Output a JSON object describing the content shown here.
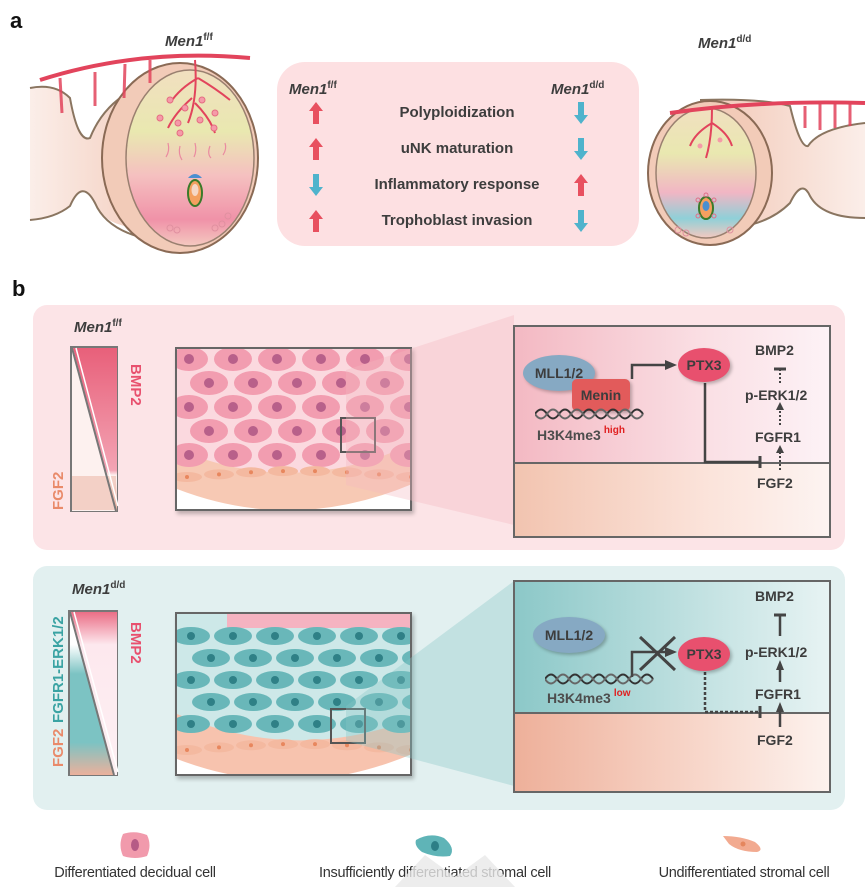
{
  "panel_a": {
    "letter": "a",
    "left_genotype": {
      "base": "Men1",
      "sup": "f/f"
    },
    "right_genotype": {
      "base": "Men1",
      "sup": "d/d"
    },
    "phenotype_table": {
      "header_left": {
        "base": "Men1",
        "sup": "f/f"
      },
      "header_right": {
        "base": "Men1",
        "sup": "d/d"
      },
      "rows": [
        {
          "label": "Polyploidization",
          "left": "up",
          "right": "down"
        },
        {
          "label": "uNK maturation",
          "left": "up",
          "right": "down"
        },
        {
          "label": "Inflammatory response",
          "left": "down",
          "right": "up"
        },
        {
          "label": "Trophoblast invasion",
          "left": "up",
          "right": "down"
        }
      ]
    }
  },
  "panel_b": {
    "letter": "b",
    "control": {
      "genotype": {
        "base": "Men1",
        "sup": "f/f"
      },
      "gradient_labels": {
        "right": "BMP2",
        "left_bottom": "FGF2"
      },
      "pathway": {
        "mll": "MLL1/2",
        "menin": "Menin",
        "h3k4": "H3K4me3",
        "h3k4_level": "high",
        "ptx3": "PTX3",
        "bmp2": "BMP2",
        "perk": "p-ERK1/2",
        "fgfr1": "FGFR1",
        "fgf2": "FGF2"
      }
    },
    "knockout": {
      "genotype": {
        "base": "Men1",
        "sup": "d/d"
      },
      "gradient_labels": {
        "right": "BMP2",
        "left_top": "FGFR1-ERK1/2",
        "left_bottom": "FGF2"
      },
      "pathway": {
        "mll": "MLL1/2",
        "h3k4": "H3K4me3",
        "h3k4_level": "low",
        "ptx3": "PTX3",
        "bmp2": "BMP2",
        "perk": "p-ERK1/2",
        "fgfr1": "FGFR1",
        "fgf2": "FGF2"
      }
    }
  },
  "legend": [
    {
      "icon": "decidual-cell-icon",
      "label": "Differentiated decidual cell"
    },
    {
      "icon": "insufficient-stromal-cell-icon",
      "label": "Insufficiently differentiated stromal cell"
    },
    {
      "icon": "undifferentiated-stromal-cell-icon",
      "label": "Undifferentiated stromal cell"
    }
  ],
  "colors": {
    "up_arrow": "#e8505f",
    "down_arrow": "#4fb3cc",
    "bmp2_label": "#e8506e",
    "fgf2_label": "#e98a6a",
    "fgfr1_label": "#3aa3a3",
    "h3k4_level": "#e02020"
  }
}
